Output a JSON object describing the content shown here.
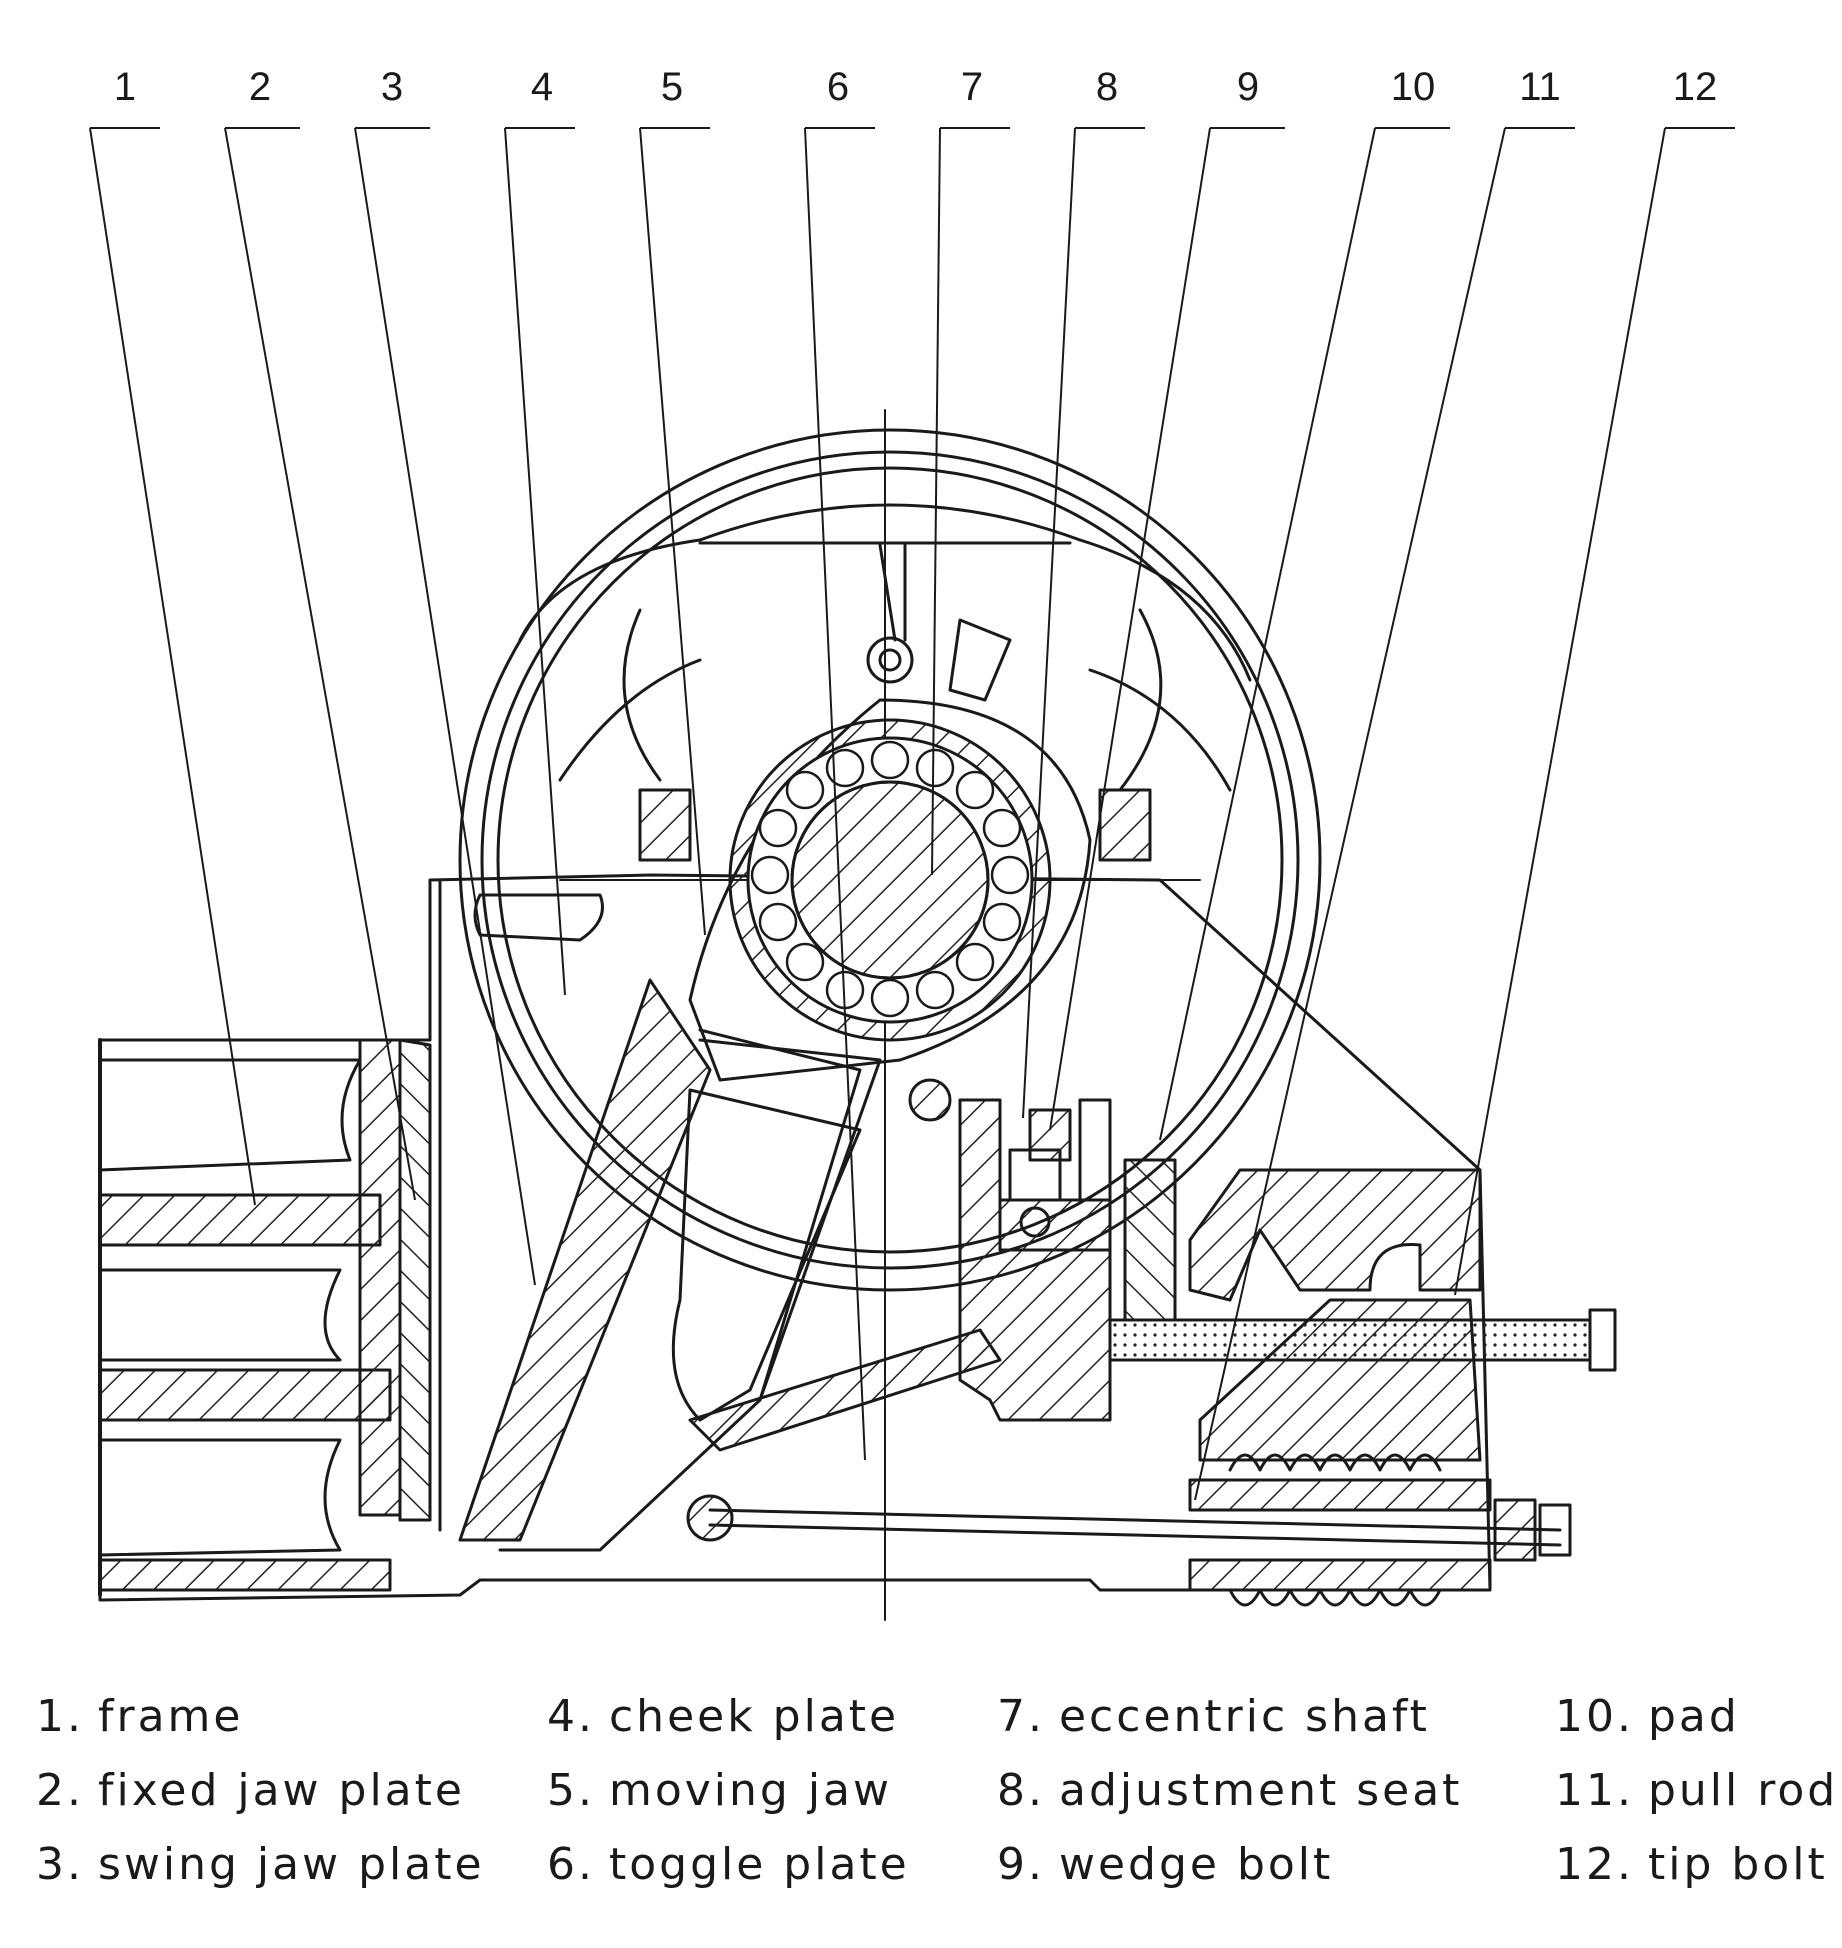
{
  "callouts": [
    "1",
    "2",
    "3",
    "4",
    "5",
    "6",
    "7",
    "8",
    "9",
    "10",
    "11",
    "12"
  ],
  "legend": {
    "columns": [
      [
        {
          "num": "1.",
          "label": "frame"
        },
        {
          "num": "2.",
          "label": "fixed jaw plate"
        },
        {
          "num": "3.",
          "label": "swing jaw plate"
        }
      ],
      [
        {
          "num": "4.",
          "label": "cheek plate"
        },
        {
          "num": "5.",
          "label": "moving jaw"
        },
        {
          "num": "6.",
          "label": "toggle plate"
        }
      ],
      [
        {
          "num": "7.",
          "label": "eccentric shaft"
        },
        {
          "num": "8.",
          "label": "adjustment seat"
        },
        {
          "num": "9.",
          "label": "wedge bolt"
        }
      ],
      [
        {
          "num": "10.",
          "label": "pad"
        },
        {
          "num": "11.",
          "label": "pull rod"
        },
        {
          "num": "12.",
          "label": "tip bolt"
        }
      ]
    ]
  }
}
